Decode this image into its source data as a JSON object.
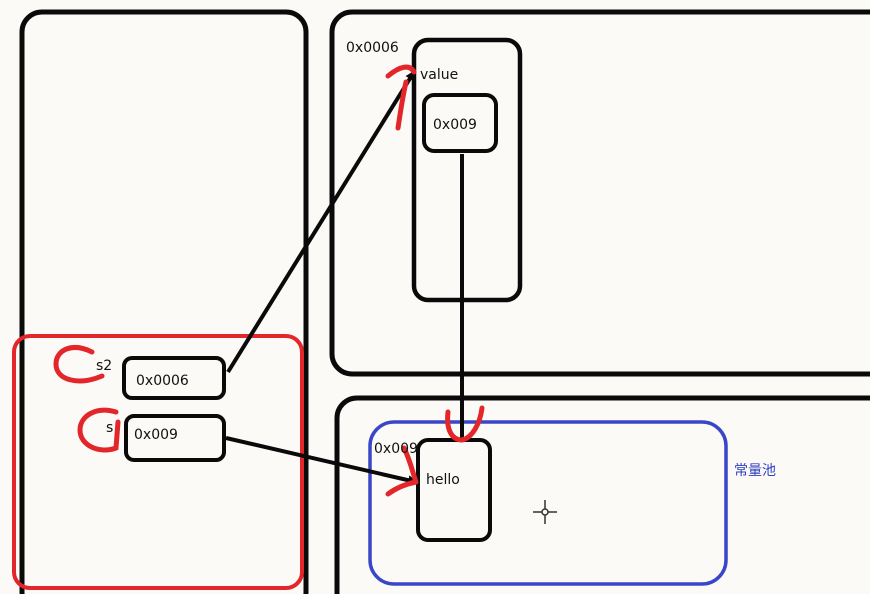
{
  "stack": {
    "vars": [
      {
        "name": "s2",
        "value": "0x0006"
      },
      {
        "name": "s",
        "value": "0x009"
      }
    ]
  },
  "heap_object": {
    "address": "0x0006",
    "field_label": "value",
    "field_value": "0x009"
  },
  "constant_pool": {
    "label": "常量池",
    "entry_address": "0x009",
    "entry_value": "hello"
  },
  "colors": {
    "outline": "#0a0a0a",
    "highlight_red": "#e3262a",
    "pool_blue": "#3a46c8"
  }
}
